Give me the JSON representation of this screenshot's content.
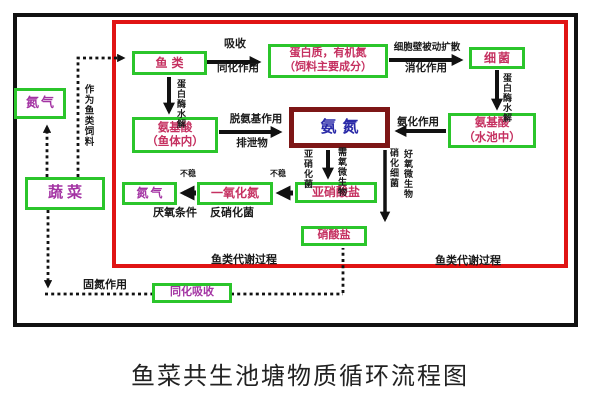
{
  "caption": "鱼菜共生池塘物质循环流程图",
  "colors": {
    "outer_frame": "#111111",
    "inner_frame_red": "#e01414",
    "box_border_green": "#2bc52b",
    "ammonia_border_dark_red": "#7d1616",
    "node_text_pink": "#c53060",
    "node_text_purple": "#a333a3",
    "ammonia_text_blue": "#2a2aa8",
    "label_text_black": "#1a1a1a"
  },
  "nodes": {
    "nitrogen_gas_outer": {
      "label": "氮气"
    },
    "vegetables": {
      "label": "蔬菜"
    },
    "fish": {
      "label": "鱼类"
    },
    "protein": {
      "line1": "蛋白质，有机氮",
      "line2": "（饲料主要成分）"
    },
    "bacteria": {
      "label": "细菌"
    },
    "amino_acid_fish": {
      "line1": "氨基酸",
      "line2": "（鱼体内）"
    },
    "amino_acid_pool": {
      "line1": "氨基酸",
      "line2": "（水池中）"
    },
    "ammonia": {
      "label": "氨氮"
    },
    "nitrogen_gas_inner": {
      "label": "氮气"
    },
    "nitric_oxide": {
      "label": "一氧化氮"
    },
    "nitrite": {
      "label": "亚硝酸盐"
    },
    "nitrate": {
      "label": "硝酸盐"
    },
    "assimilation_absorption": {
      "label": "同化吸收"
    }
  },
  "labels": {
    "absorb": "吸收",
    "assimilation": "同化作用",
    "cell_wall_diffusion": "细胞壁被动扩散",
    "digestion": "消化作用",
    "protease_hydrolysis_fish": "蛋白酶水解",
    "protease_hydrolysis_bacteria": "蛋白酶水解",
    "deamination": "脱氨基作用",
    "excreta": "排泄物",
    "ammonification": "氨化作用",
    "nitrosating_bacteria": "亚硝化菌",
    "aerobic_microbes_left": "需氧微生物",
    "nitrifying_bacteria": "硝化细菌",
    "aerobic_microbes_right": "好氧微生物",
    "unstable_left": "不稳",
    "unstable_right": "不稳",
    "anaerobic_condition": "厌氧条件",
    "denitrifying_bacteria": "反硝化菌",
    "fish_metabolism_left": "鱼类代谢过程",
    "fish_metabolism_right": "鱼类代谢过程",
    "as_fish_feed": "作为鱼类饲料",
    "nitrogen_fixation": "固氮作用"
  }
}
